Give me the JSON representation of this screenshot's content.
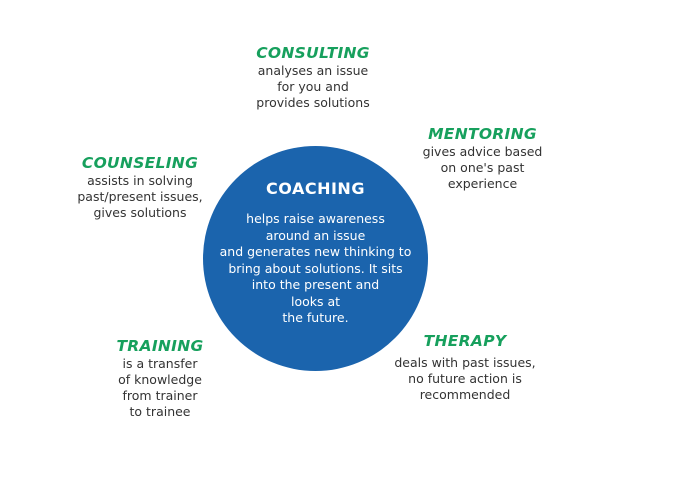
{
  "center": {
    "title": "COACHING",
    "description": "helps raise awareness\naround an issue\nand generates new thinking to\nbring about solutions. It sits\ninto the present and\nlooks at\nthe future."
  },
  "consulting": {
    "title": "CONSULTING",
    "description": "analyses an issue\nfor you and\nprovides solutions"
  },
  "mentoring": {
    "title": "MENTORING",
    "description": "gives advice based\non one's past\nexperience"
  },
  "counseling": {
    "title": "COUNSELING",
    "description": "assists in solving\npast/present issues,\ngives solutions"
  },
  "training": {
    "title": "TRAINING",
    "description": "is a transfer\nof knowledge\nfrom trainer\nto trainee"
  },
  "therapy": {
    "title": "THERAPY",
    "description": "deals with past issues,\nno future action is\nrecommended"
  },
  "colors": {
    "blue": "#1b64ad",
    "green": "#17a05d"
  }
}
